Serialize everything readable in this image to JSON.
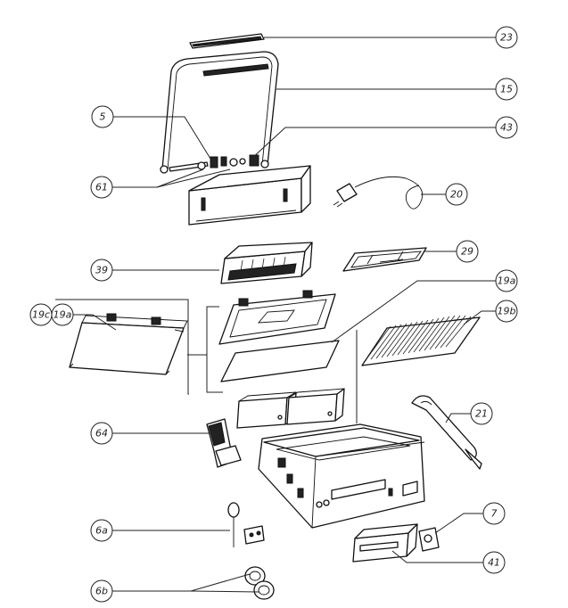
{
  "callouts": [
    {
      "id": "23",
      "label": "23"
    },
    {
      "id": "15",
      "label": "15"
    },
    {
      "id": "5",
      "label": "5"
    },
    {
      "id": "43",
      "label": "43"
    },
    {
      "id": "61",
      "label": "61"
    },
    {
      "id": "20",
      "label": "20"
    },
    {
      "id": "29",
      "label": "29"
    },
    {
      "id": "39",
      "label": "39"
    },
    {
      "id": "19a_top",
      "label": "19a"
    },
    {
      "id": "19b",
      "label": "19b"
    },
    {
      "id": "19c",
      "label": "19c"
    },
    {
      "id": "19a_left",
      "label": "19a"
    },
    {
      "id": "21",
      "label": "21"
    },
    {
      "id": "64",
      "label": "64"
    },
    {
      "id": "7",
      "label": "7"
    },
    {
      "id": "6a",
      "label": "6a"
    },
    {
      "id": "41",
      "label": "41"
    },
    {
      "id": "6b",
      "label": "6b"
    }
  ]
}
